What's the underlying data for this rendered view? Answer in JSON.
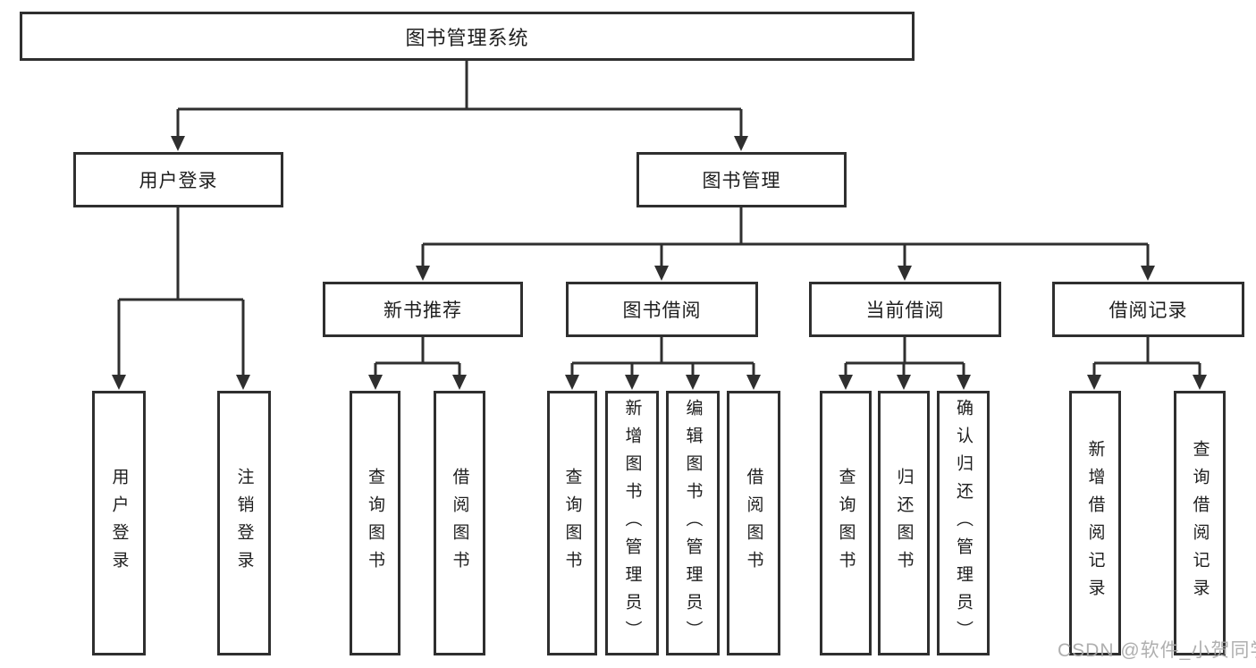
{
  "tree": {
    "label": "图书管理系统",
    "children": [
      {
        "label": "用户登录",
        "children": [
          {
            "label": "用户登录"
          },
          {
            "label": "注销登录"
          }
        ]
      },
      {
        "label": "图书管理",
        "children": [
          {
            "label": "新书推荐",
            "children": [
              {
                "label": "查询图书"
              },
              {
                "label": "借阅图书"
              }
            ]
          },
          {
            "label": "图书借阅",
            "children": [
              {
                "label": "查询图书"
              },
              {
                "label": "新增图书（管理员）"
              },
              {
                "label": "编辑图书（管理员）"
              },
              {
                "label": "借阅图书"
              }
            ]
          },
          {
            "label": "当前借阅",
            "children": [
              {
                "label": "查询图书"
              },
              {
                "label": "归还图书"
              },
              {
                "label": "确认归还（管理员）"
              }
            ]
          },
          {
            "label": "借阅记录",
            "children": [
              {
                "label": "新增借阅记录"
              },
              {
                "label": "查询借阅记录"
              }
            ]
          }
        ]
      }
    ]
  },
  "watermark": "CSDN @软件_小贺同学",
  "colors": {
    "line": "#2f2f2f",
    "box_border": "#2f2f2f",
    "text": "#1e1e1e",
    "watermark": "#a8a8a8",
    "background": "#ffffff"
  }
}
